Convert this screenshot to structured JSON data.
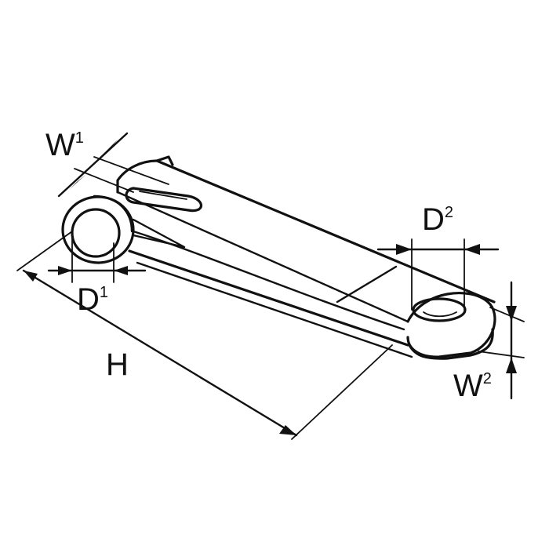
{
  "labels": {
    "w1": {
      "base": "W",
      "sup": "1"
    },
    "d1": {
      "base": "D",
      "sup": "1"
    },
    "h": {
      "base": "H"
    },
    "d2": {
      "base": "D",
      "sup": "2"
    },
    "w2": {
      "base": "W",
      "sup": "2"
    }
  },
  "colors": {
    "ink": "#111111",
    "paper": "#ffffff"
  }
}
